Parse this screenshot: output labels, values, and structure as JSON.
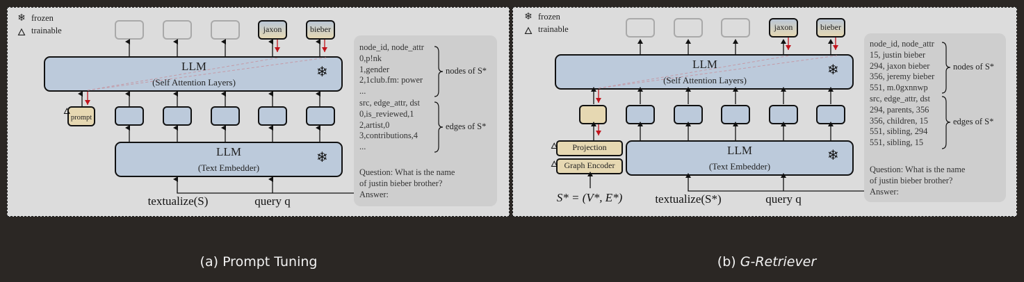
{
  "legend": {
    "frozen": {
      "icon": "snowflake-icon",
      "label": "frozen"
    },
    "trainable": {
      "icon": "flame-icon",
      "label": "trainable"
    }
  },
  "panel_a": {
    "caption_prefix": "(a)",
    "caption_title": "Prompt Tuning",
    "output_tokens": [
      "",
      "",
      "",
      "jaxon",
      "bieber"
    ],
    "llm_top": {
      "title": "LLM",
      "subtitle": "(Self Attention Layers)"
    },
    "llm_bottom": {
      "title": "LLM",
      "subtitle": "(Text Embedder)"
    },
    "prompt_label": "prompt",
    "inputs": {
      "textualize": "textualize(S)",
      "query": "query q"
    },
    "textbox": {
      "node_lines": [
        "node_id, node_attr",
        "0,p!nk",
        "1,gender",
        "2,1club.fm: power",
        "..."
      ],
      "edge_lines": [
        "src, edge_attr, dst",
        "0,is_reviewed,1",
        "2,artist,0",
        "3,contributions,4",
        "..."
      ],
      "question_lines": [
        "Question: What is the name",
        "of justin bieber brother?",
        "Answer:"
      ],
      "nodes_label": "nodes of S*",
      "edges_label": "edges of S*"
    }
  },
  "panel_b": {
    "caption_prefix": "(b)",
    "caption_title": "G-Retriever",
    "output_tokens": [
      "",
      "",
      "",
      "jaxon",
      "bieber"
    ],
    "llm_top": {
      "title": "LLM",
      "subtitle": "(Self Attention Layers)"
    },
    "llm_bottom": {
      "title": "LLM",
      "subtitle": "(Text Embedder)"
    },
    "projection_label": "Projection",
    "graph_encoder_label": "Graph Encoder",
    "inputs": {
      "graph": "S* = (V*, E*)",
      "textualize": "textualize(S*)",
      "query": "query q"
    },
    "textbox": {
      "node_lines": [
        "node_id, node_attr",
        "15, justin bieber",
        "294, jaxon bieber",
        "356, jeremy bieber",
        "551, m.0gxnnwp"
      ],
      "edge_lines": [
        "src, edge_attr, dst",
        "294, parents, 356",
        "356, children, 15",
        "551, sibling, 294",
        "551, sibling, 15"
      ],
      "question_lines": [
        "Question: What is the name",
        "of justin bieber brother?",
        "Answer:"
      ],
      "nodes_label": "nodes of S*",
      "edges_label": "edges of S*"
    }
  },
  "colors": {
    "background": "#2b2724",
    "panel": "#dcdcdc",
    "llm_block": "#bccadb",
    "trainable_block": "#e6d8b2",
    "gradient_arrow": "#c0141c",
    "textbox": "#cecece"
  }
}
